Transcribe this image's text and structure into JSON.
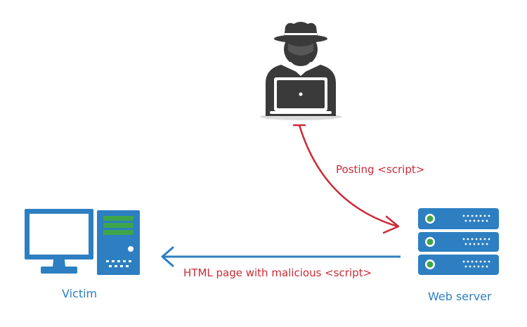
{
  "nodes": {
    "attacker": {
      "icon": "hacker-icon"
    },
    "victim": {
      "label": "Victim",
      "icon": "desktop-computer-icon"
    },
    "server": {
      "label": "Web server",
      "icon": "server-rack-icon"
    }
  },
  "edges": {
    "attack": {
      "label": "Posting <script>"
    },
    "response": {
      "label": "HTML page with malicious <script>"
    }
  },
  "colors": {
    "attack": "#cc2b36",
    "response": "#2d7fc1",
    "attacker_fill": "#3a3a3a",
    "attacker_shadow": "#dcdcdc",
    "icon_blue": "#2d7fc1",
    "screen_green": "#3fa54a"
  }
}
